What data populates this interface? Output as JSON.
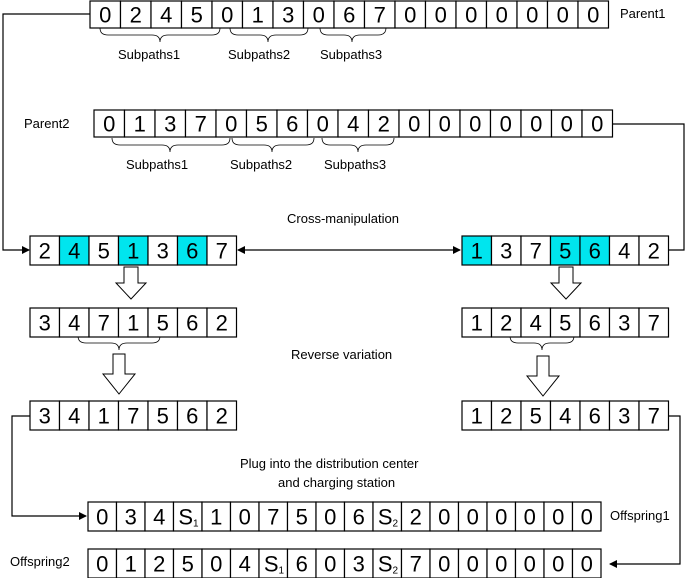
{
  "parents": [
    {
      "id": "parent1",
      "label": "Parent1",
      "cells": [
        "0",
        "2",
        "4",
        "5",
        "0",
        "1",
        "3",
        "0",
        "6",
        "7",
        "0",
        "0",
        "0",
        "0",
        "0",
        "0",
        "0"
      ],
      "subpaths": [
        "Subpaths1",
        "Subpaths2",
        "Subpaths3"
      ]
    },
    {
      "id": "parent2",
      "label": "Parent2",
      "cells": [
        "0",
        "1",
        "3",
        "7",
        "0",
        "5",
        "6",
        "0",
        "4",
        "2",
        "0",
        "0",
        "0",
        "0",
        "0",
        "0",
        "0"
      ],
      "subpaths": [
        "Subpaths1",
        "Subpaths2",
        "Subpaths3"
      ]
    }
  ],
  "stages": {
    "cross_label": "Cross-manipulation",
    "reverse_label": "Reverse variation",
    "plug_label": [
      "Plug into the distribution center",
      "and charging station"
    ]
  },
  "highlight_color": "#00e5ee",
  "rows": {
    "left_cross": {
      "cells": [
        "2",
        "4",
        "5",
        "1",
        "3",
        "6",
        "7"
      ],
      "highlight": [
        1,
        3,
        5
      ]
    },
    "right_cross": {
      "cells": [
        "1",
        "3",
        "7",
        "5",
        "6",
        "4",
        "2"
      ],
      "highlight": [
        0,
        3,
        4
      ]
    },
    "left_mid": {
      "cells": [
        "3",
        "4",
        "7",
        "1",
        "5",
        "6",
        "2"
      ]
    },
    "right_mid": {
      "cells": [
        "1",
        "2",
        "4",
        "5",
        "6",
        "3",
        "7"
      ]
    },
    "left_rev": {
      "cells": [
        "3",
        "4",
        "1",
        "7",
        "5",
        "6",
        "2"
      ]
    },
    "right_rev": {
      "cells": [
        "1",
        "2",
        "5",
        "4",
        "6",
        "3",
        "7"
      ]
    }
  },
  "offspring": [
    {
      "id": "offspring1",
      "label": "Offspring1",
      "cells": [
        {
          "t": "0"
        },
        {
          "t": "3"
        },
        {
          "t": "4"
        },
        {
          "t": "S",
          "sub": "1"
        },
        {
          "t": "1"
        },
        {
          "t": "0"
        },
        {
          "t": "7"
        },
        {
          "t": "5"
        },
        {
          "t": "0"
        },
        {
          "t": "6"
        },
        {
          "t": "S",
          "sub": "2"
        },
        {
          "t": "2"
        },
        {
          "t": "0"
        },
        {
          "t": "0"
        },
        {
          "t": "0"
        },
        {
          "t": "0"
        },
        {
          "t": "0"
        },
        {
          "t": "0"
        }
      ]
    },
    {
      "id": "offspring2",
      "label": "Offspring2",
      "cells": [
        {
          "t": "0"
        },
        {
          "t": "1"
        },
        {
          "t": "2"
        },
        {
          "t": "5"
        },
        {
          "t": "0"
        },
        {
          "t": "4"
        },
        {
          "t": "S",
          "sub": "1"
        },
        {
          "t": "6"
        },
        {
          "t": "0"
        },
        {
          "t": "3"
        },
        {
          "t": "S",
          "sub": "2"
        },
        {
          "t": "7"
        },
        {
          "t": "0"
        },
        {
          "t": "0"
        },
        {
          "t": "0"
        },
        {
          "t": "0"
        },
        {
          "t": "0"
        },
        {
          "t": "0"
        }
      ]
    }
  ]
}
